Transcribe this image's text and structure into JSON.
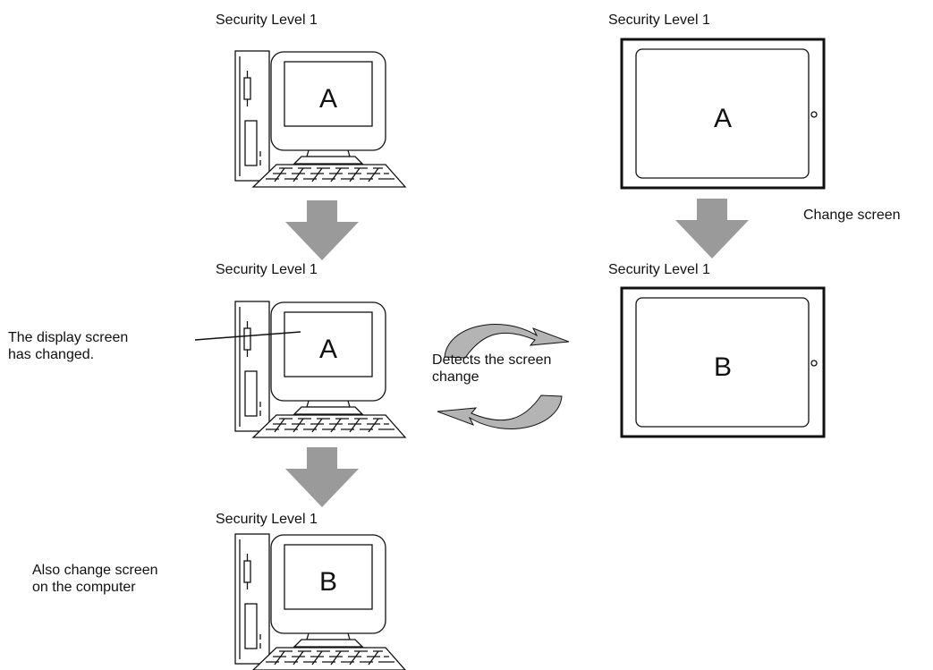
{
  "labels": {
    "pc_top_security": "Security Level 1",
    "pc_mid_security": "Security Level 1",
    "pc_bottom_security": "Security Level 1",
    "panel_top_security": "Security Level 1",
    "panel_bottom_security": "Security Level 1",
    "change_screen": "Change screen",
    "display_changed_line1": "The display screen",
    "display_changed_line2": "has changed.",
    "detects_line1": "Detects the screen",
    "detects_line2": "change",
    "also_change_line1": "Also change screen",
    "also_change_line2": "on the computer"
  },
  "screens": {
    "pc_top": "A",
    "pc_mid": "A",
    "pc_bottom": "B",
    "panel_top": "A",
    "panel_bottom": "B"
  },
  "colors": {
    "flow_arrow": "#9a9a9a",
    "sync_arrow": "#b4b4b4",
    "outline": "#111111"
  }
}
